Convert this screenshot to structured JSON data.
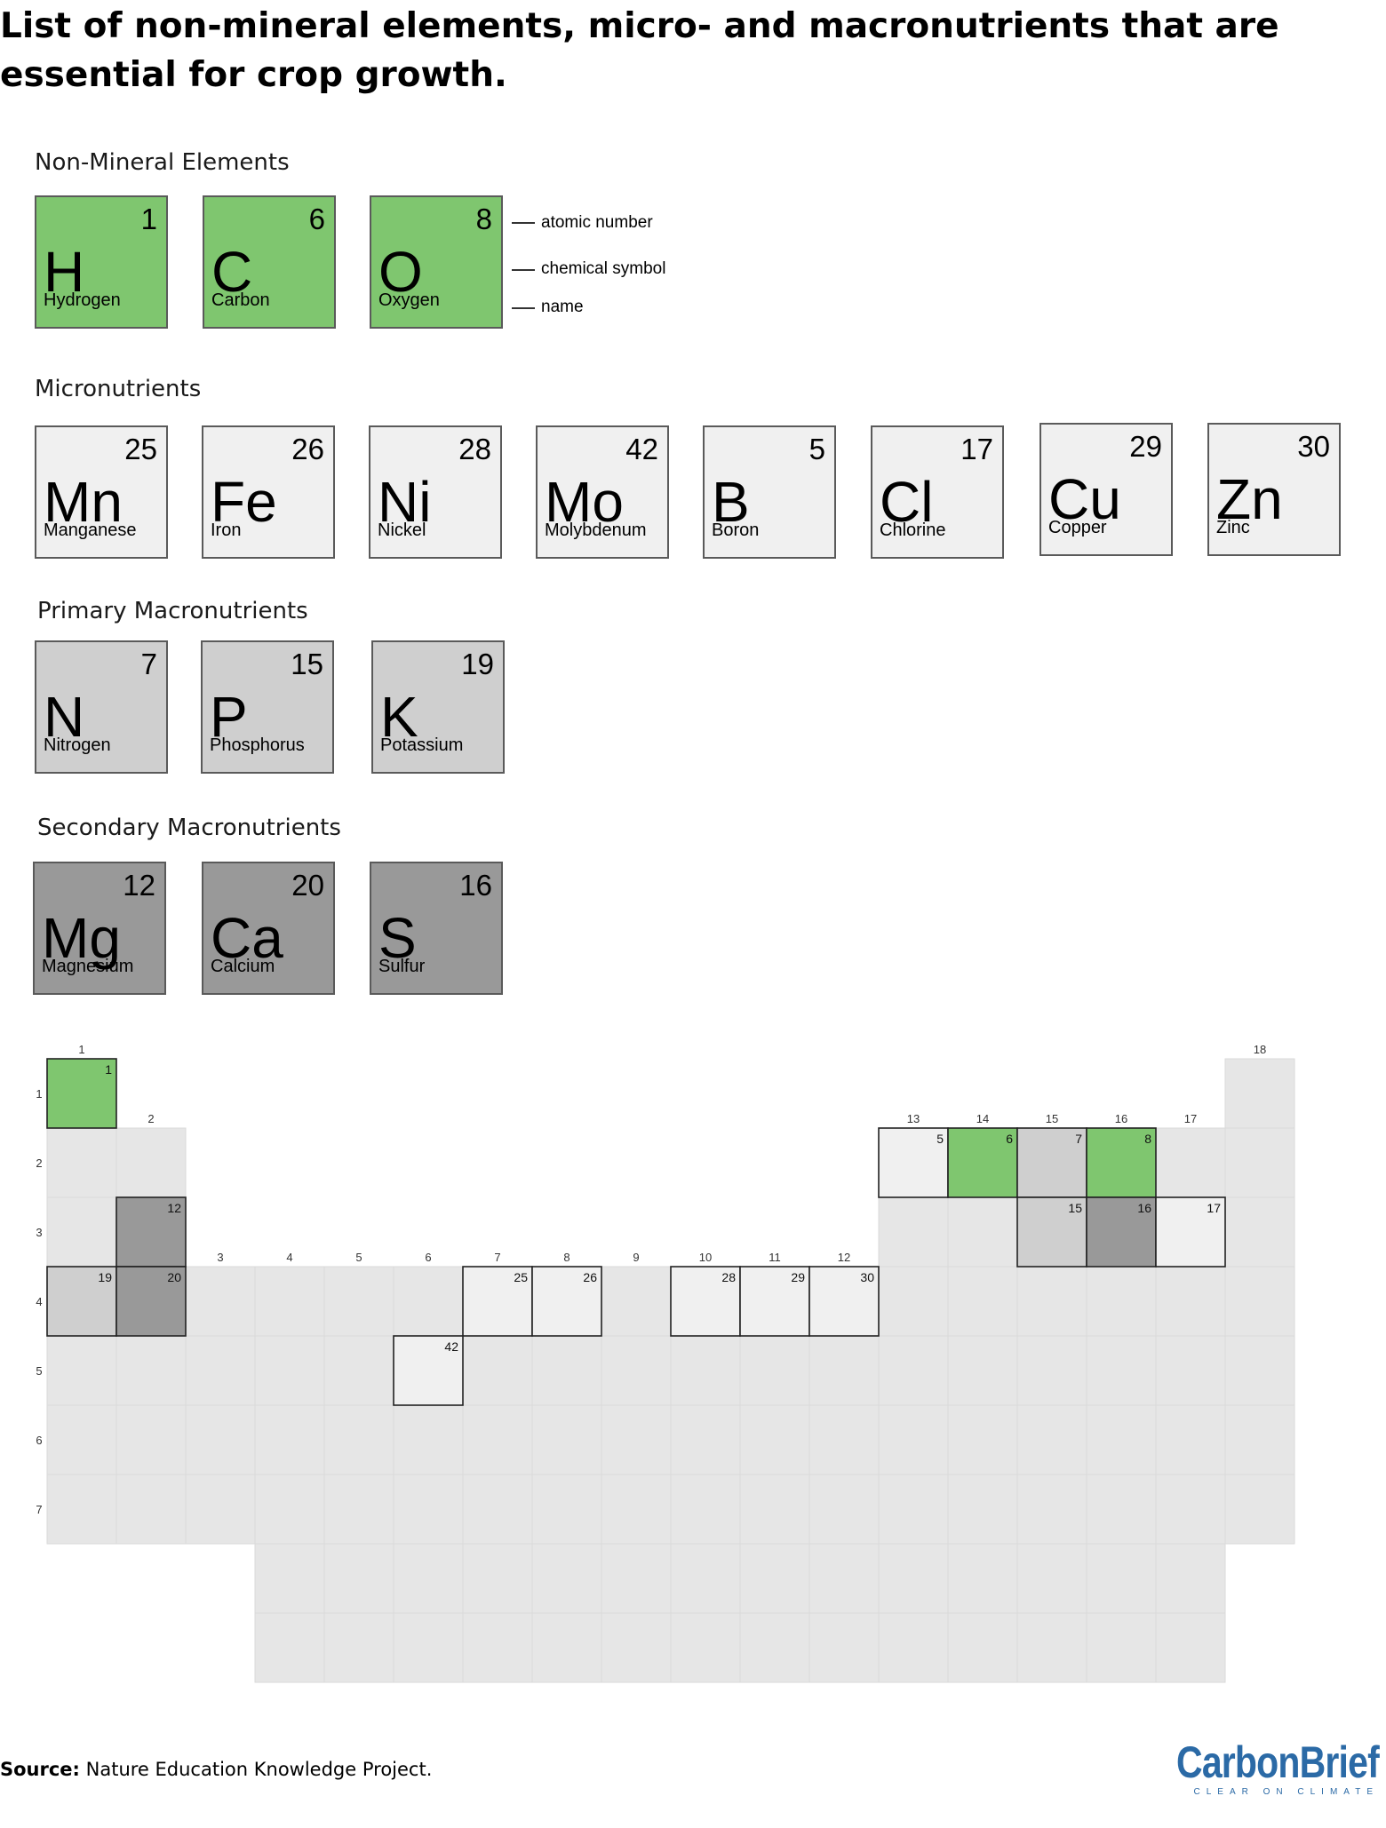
{
  "title": "List of non-mineral elements, micro- and macronutrients that are essential for crop growth.",
  "groups": [
    {
      "heading": "Non-Mineral Elements",
      "category": "nonmineral",
      "elements": [
        {
          "number": "1",
          "symbol": "H",
          "name": "Hydrogen"
        },
        {
          "number": "6",
          "symbol": "C",
          "name": "Carbon"
        },
        {
          "number": "8",
          "symbol": "O",
          "name": "Oxygen"
        }
      ]
    },
    {
      "heading": "Micronutrients",
      "category": "micro",
      "elements": [
        {
          "number": "25",
          "symbol": "Mn",
          "name": "Manganese"
        },
        {
          "number": "26",
          "symbol": "Fe",
          "name": "Iron"
        },
        {
          "number": "28",
          "symbol": "Ni",
          "name": "Nickel"
        },
        {
          "number": "42",
          "symbol": "Mo",
          "name": "Molybdenum"
        },
        {
          "number": "5",
          "symbol": "B",
          "name": "Boron"
        },
        {
          "number": "17",
          "symbol": "Cl",
          "name": "Chlorine"
        },
        {
          "number": "29",
          "symbol": "Cu",
          "name": "Copper"
        },
        {
          "number": "30",
          "symbol": "Zn",
          "name": "Zinc"
        }
      ]
    },
    {
      "heading": "Primary Macronutrients",
      "category": "primary",
      "elements": [
        {
          "number": "7",
          "symbol": "N",
          "name": "Nitrogen"
        },
        {
          "number": "15",
          "symbol": "P",
          "name": "Phosphorus"
        },
        {
          "number": "19",
          "symbol": "K",
          "name": "Potassium"
        }
      ]
    },
    {
      "heading": "Secondary Macronutrients",
      "category": "secondary",
      "elements": [
        {
          "number": "12",
          "symbol": "Mg",
          "name": "Magnesium"
        },
        {
          "number": "20",
          "symbol": "Ca",
          "name": "Calcium"
        },
        {
          "number": "16",
          "symbol": "S",
          "name": "Sulfur"
        }
      ]
    }
  ],
  "legend": {
    "atomic_number": "atomic number",
    "chemical_symbol": "chemical symbol",
    "name": "name"
  },
  "colors": {
    "nonmineral": "#7fc66f",
    "micro": "#f0f0f0",
    "primary": "#cfcfcf",
    "secondary": "#999999",
    "background_cell": "#e6e6e6",
    "brand": "#2b6aa6"
  },
  "periodic_table": {
    "group_labels": [
      "1",
      "2",
      "3",
      "4",
      "5",
      "6",
      "7",
      "8",
      "9",
      "10",
      "11",
      "12",
      "13",
      "14",
      "15",
      "16",
      "17",
      "18"
    ],
    "period_labels": [
      "1",
      "2",
      "3",
      "4",
      "5",
      "6",
      "7"
    ],
    "highlighted": [
      {
        "number": "1",
        "period": 1,
        "group": 1,
        "category": "nonmineral"
      },
      {
        "number": "5",
        "period": 2,
        "group": 13,
        "category": "micro"
      },
      {
        "number": "6",
        "period": 2,
        "group": 14,
        "category": "nonmineral"
      },
      {
        "number": "7",
        "period": 2,
        "group": 15,
        "category": "primary"
      },
      {
        "number": "8",
        "period": 2,
        "group": 16,
        "category": "nonmineral"
      },
      {
        "number": "12",
        "period": 3,
        "group": 2,
        "category": "secondary"
      },
      {
        "number": "15",
        "period": 3,
        "group": 15,
        "category": "primary"
      },
      {
        "number": "16",
        "period": 3,
        "group": 16,
        "category": "secondary"
      },
      {
        "number": "17",
        "period": 3,
        "group": 17,
        "category": "micro"
      },
      {
        "number": "19",
        "period": 4,
        "group": 1,
        "category": "primary"
      },
      {
        "number": "20",
        "period": 4,
        "group": 2,
        "category": "secondary"
      },
      {
        "number": "25",
        "period": 4,
        "group": 7,
        "category": "micro"
      },
      {
        "number": "26",
        "period": 4,
        "group": 8,
        "category": "micro"
      },
      {
        "number": "28",
        "period": 4,
        "group": 10,
        "category": "micro"
      },
      {
        "number": "29",
        "period": 4,
        "group": 11,
        "category": "micro"
      },
      {
        "number": "30",
        "period": 4,
        "group": 12,
        "category": "micro"
      },
      {
        "number": "42",
        "period": 5,
        "group": 6,
        "category": "micro"
      }
    ]
  },
  "footer": {
    "source_label": "Source:",
    "source_text": " Nature Education Knowledge Project.",
    "brand_name": "CarbonBrief",
    "brand_tagline": "CLEAR ON CLIMATE"
  }
}
